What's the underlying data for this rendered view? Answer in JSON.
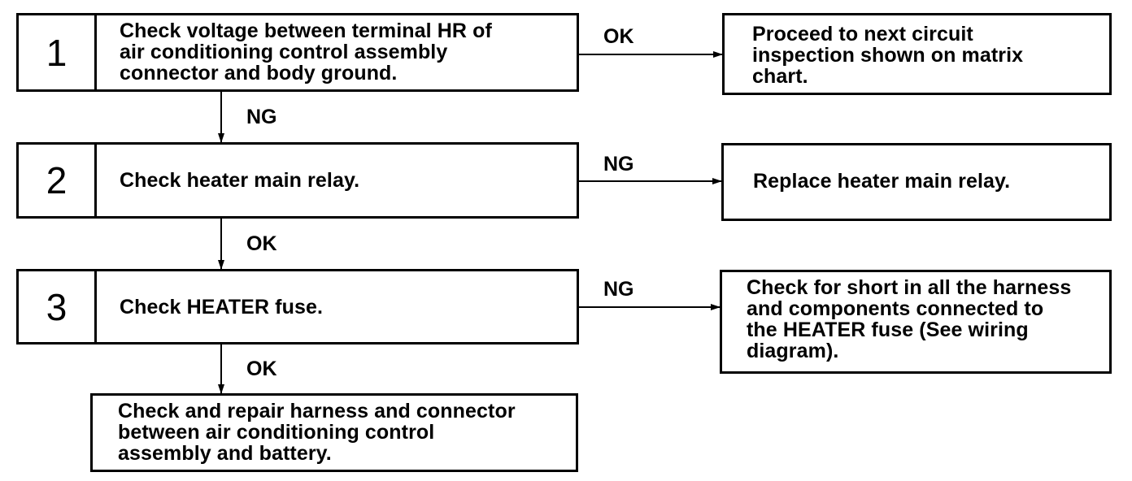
{
  "steps": [
    {
      "number": "1",
      "text": "Check voltage between terminal HR of\nair conditioning control assembly\nconnector and body ground."
    },
    {
      "number": "2",
      "text": "Check heater main relay."
    },
    {
      "number": "3",
      "text": "Check HEATER fuse."
    }
  ],
  "final_box": {
    "text": "Check and repair harness and connector\nbetween air conditioning control\nassembly and battery."
  },
  "results": [
    {
      "text": "Proceed to next circuit\ninspection shown on matrix\nchart."
    },
    {
      "text": "Replace heater main relay."
    },
    {
      "text": "Check for short in all the harness\nand components connected to\nthe HEATER fuse (See wiring\ndiagram)."
    }
  ],
  "branch_labels": {
    "step1_right": "OK",
    "step1_down": "NG",
    "step2_right": "NG",
    "step2_down": "OK",
    "step3_right": "NG",
    "step3_down": "OK"
  }
}
